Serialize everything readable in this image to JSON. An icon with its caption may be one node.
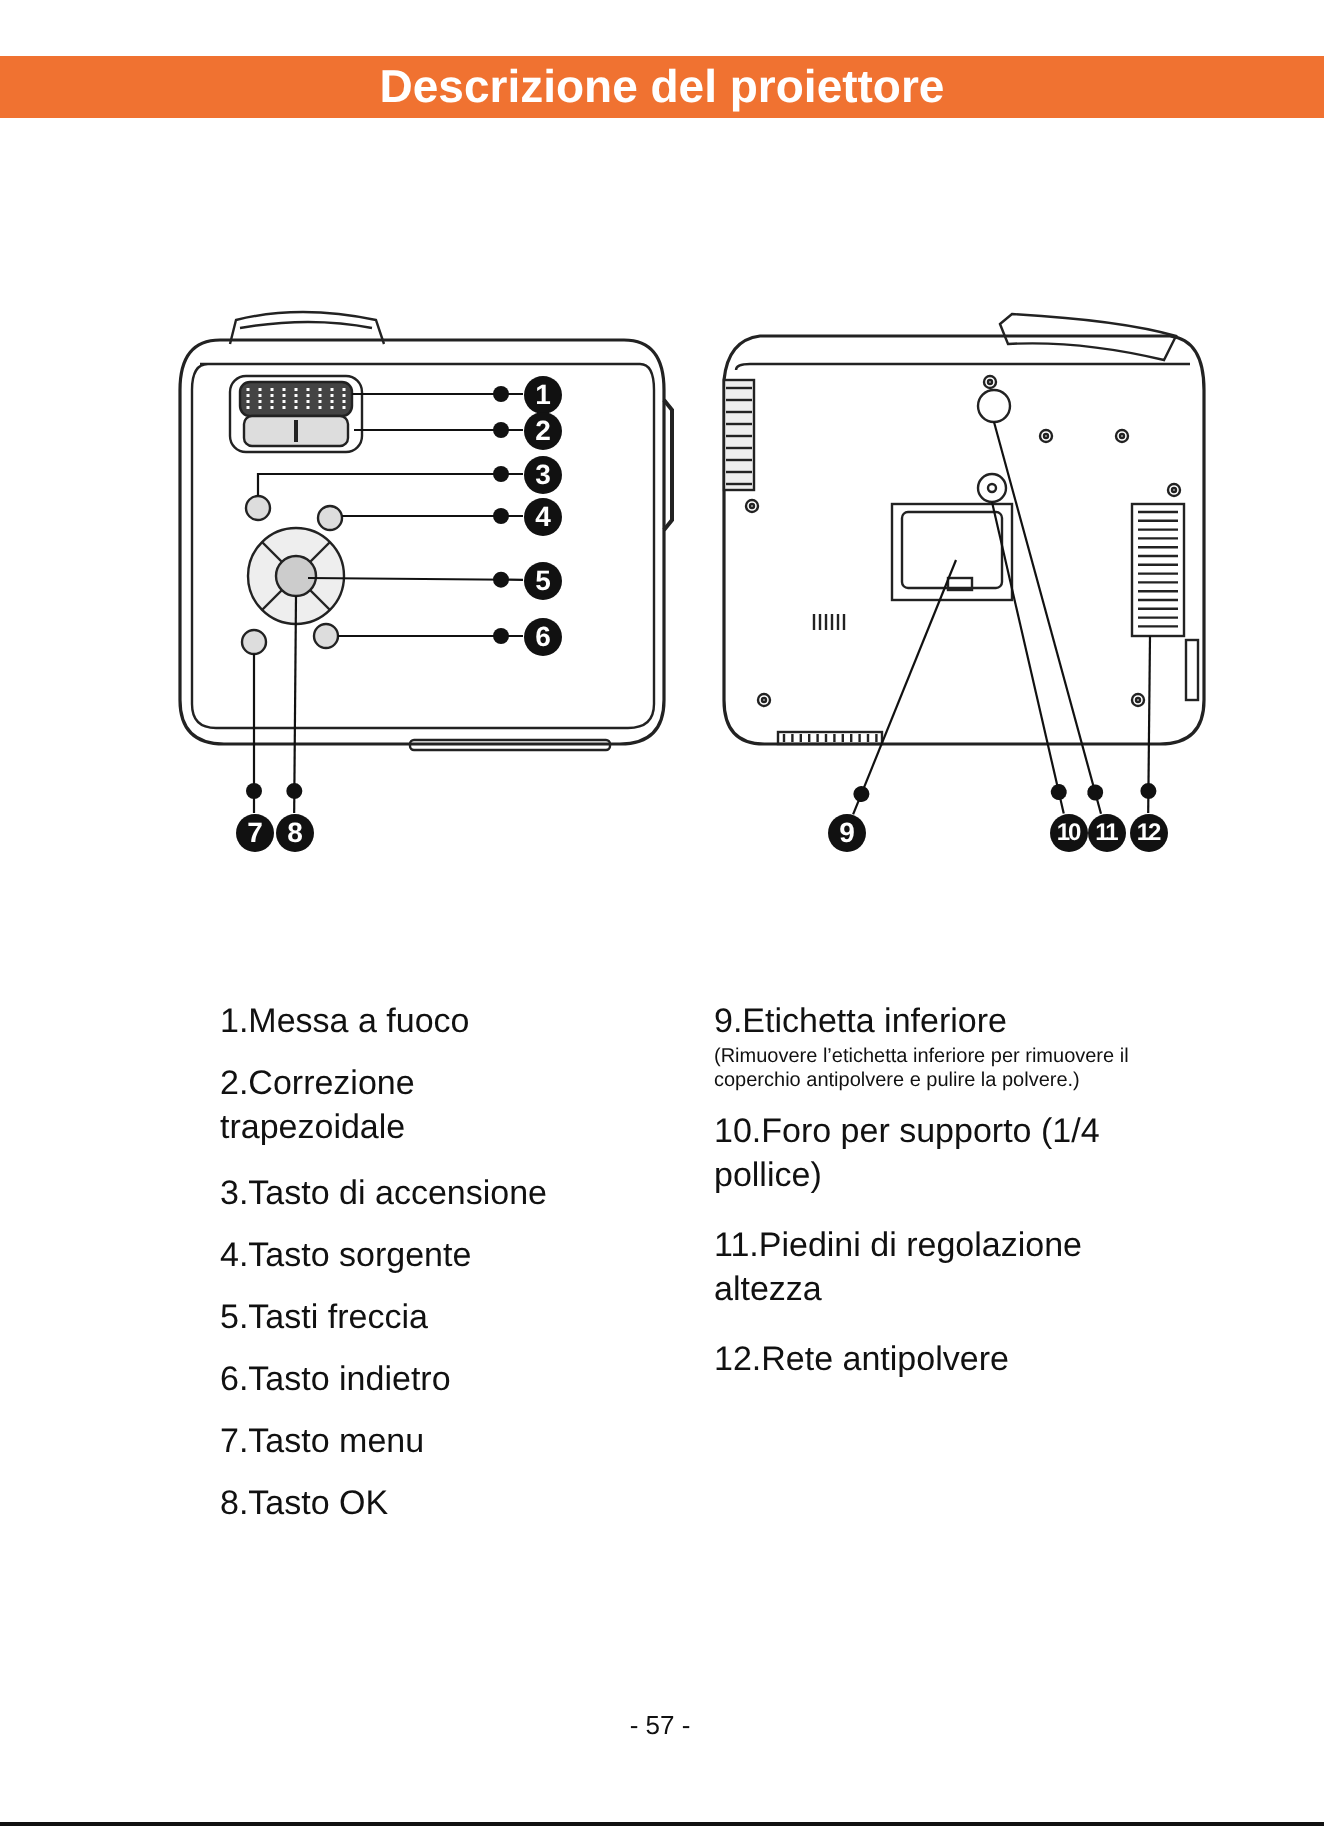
{
  "diagram": {
    "title": "Descrizione del proiettore",
    "nodes": [
      {
        "text": [
          "1"
        ]
      },
      {
        "text": [
          "2"
        ]
      },
      {
        "text": [
          "3"
        ]
      },
      {
        "text": [
          "4"
        ]
      },
      {
        "text": [
          "5"
        ]
      },
      {
        "text": [
          "6"
        ]
      },
      {
        "text": [
          "7"
        ]
      },
      {
        "text": [
          "8"
        ]
      },
      {
        "text": [
          "9"
        ]
      },
      {
        "text": [
          "10"
        ]
      },
      {
        "text": [
          "11"
        ]
      },
      {
        "text": [
          "12"
        ]
      }
    ],
    "edges": [
      {
        "from": null,
        "to": 0,
        "arrow": "other"
      },
      {
        "from": null,
        "to": 1,
        "arrow": "other"
      },
      {
        "from": null,
        "to": 2,
        "arrow": "other"
      },
      {
        "from": null,
        "to": 3,
        "arrow": "other"
      },
      {
        "from": null,
        "to": 4,
        "arrow": "other"
      },
      {
        "from": null,
        "to": 5,
        "arrow": "other"
      },
      {
        "from": null,
        "to": 6,
        "arrow": "other"
      },
      {
        "from": null,
        "to": 7,
        "arrow": "other"
      },
      {
        "from": null,
        "to": 8,
        "arrow": "other"
      },
      {
        "from": null,
        "to": 9,
        "arrow": "other"
      },
      {
        "from": null,
        "to": 10,
        "arrow": "other"
      },
      {
        "from": null,
        "to": 11,
        "arrow": "other"
      }
    ],
    "labels": [
      "1.Messa a fuoco",
      "2.Correzione trapezoidale",
      "3.Tasto di accensione",
      "4.Tasto sorgente",
      "5.Tasti freccia",
      "6.Tasto indietro",
      "7.Tasto menu",
      "8.Tasto OK",
      "9.Etichetta inferiore",
      "(Rimuovere l’etichetta inferiore per rimuovere il coperchio antipolvere e pulire la polvere.)",
      "10.Foro per supporto (1/4 pollice)",
      "11.Piedini di regolazione altezza",
      "12.Rete antipolvere",
      "- 57 -"
    ]
  }
}
